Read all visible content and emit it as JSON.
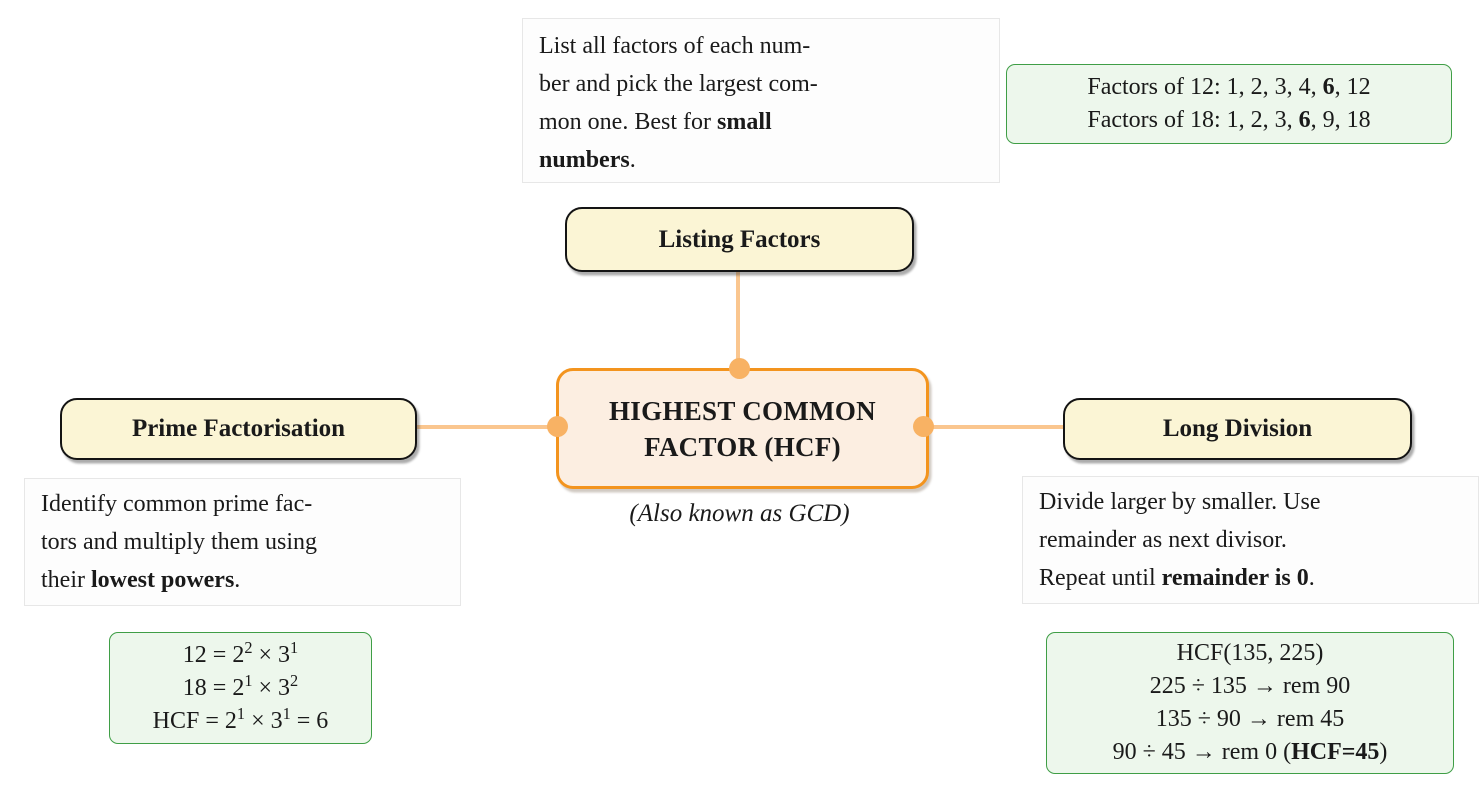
{
  "colors": {
    "node_fill": "#FBF5D5",
    "node_border": "#141414",
    "center_fill": "#FCEEE1",
    "center_border": "#F3941E",
    "connector": "#FAC68F",
    "dot": "#F8B264",
    "example_fill": "#EDF7EC",
    "example_border": "#3F9E46",
    "desc_fill": "#FDFDFD",
    "desc_border": "#E7E7E7",
    "text": "#1A1A1A"
  },
  "center": {
    "title_line1": "HIGHEST COMMON",
    "title_line2": "FACTOR (HCF)",
    "subtitle": "(Also known as GCD)"
  },
  "nodes": {
    "listing": {
      "label": "Listing Factors"
    },
    "prime": {
      "label": "Prime Factorisation"
    },
    "long_division": {
      "label": "Long Division"
    }
  },
  "descriptions": {
    "listing": {
      "lines": [
        [
          {
            "t": "List all factors of each num-"
          }
        ],
        [
          {
            "t": "ber and pick the largest com-"
          }
        ],
        [
          {
            "t": "mon one. Best for "
          },
          {
            "t": "small",
            "b": true
          }
        ],
        [
          {
            "t": "numbers",
            "b": true
          },
          {
            "t": "."
          }
        ]
      ]
    },
    "prime": {
      "lines": [
        [
          {
            "t": "Identify common prime fac-"
          }
        ],
        [
          {
            "t": "tors and multiply them using"
          }
        ],
        [
          {
            "t": "their "
          },
          {
            "t": "lowest powers",
            "b": true
          },
          {
            "t": "."
          }
        ]
      ]
    },
    "long_division": {
      "lines": [
        [
          {
            "t": "Divide larger by smaller. Use"
          }
        ],
        [
          {
            "t": "remainder as next divisor."
          }
        ],
        [
          {
            "t": "Repeat until "
          },
          {
            "t": "remainder is 0",
            "b": true
          },
          {
            "t": "."
          }
        ]
      ]
    }
  },
  "examples": {
    "listing": {
      "lines": [
        [
          {
            "t": "Factors of 12: 1, 2, 3, 4, "
          },
          {
            "t": "6",
            "b": true
          },
          {
            "t": ", 12"
          }
        ],
        [
          {
            "t": "Factors of 18: 1, 2, 3, "
          },
          {
            "t": "6",
            "b": true
          },
          {
            "t": ", 9, 18"
          }
        ]
      ]
    },
    "prime": {
      "lines": [
        [
          {
            "t": "12 = 2"
          },
          {
            "t": "2",
            "sup": true
          },
          {
            "t": " × 3"
          },
          {
            "t": "1",
            "sup": true
          }
        ],
        [
          {
            "t": "18 = 2"
          },
          {
            "t": "1",
            "sup": true
          },
          {
            "t": " × 3"
          },
          {
            "t": "2",
            "sup": true
          }
        ],
        [
          {
            "t": "HCF = 2"
          },
          {
            "t": "1",
            "sup": true
          },
          {
            "t": " × 3"
          },
          {
            "t": "1",
            "sup": true
          },
          {
            "t": " = 6"
          }
        ]
      ]
    },
    "long_division": {
      "lines": [
        [
          {
            "t": "HCF(135, 225)"
          }
        ],
        [
          {
            "t": "225 ÷ 135 → rem 90"
          }
        ],
        [
          {
            "t": "135 ÷ 90 → rem 45"
          }
        ],
        [
          {
            "t": "90 ÷ 45 → rem 0 ("
          },
          {
            "t": "HCF=45",
            "b": true
          },
          {
            "t": ")"
          }
        ]
      ]
    }
  }
}
